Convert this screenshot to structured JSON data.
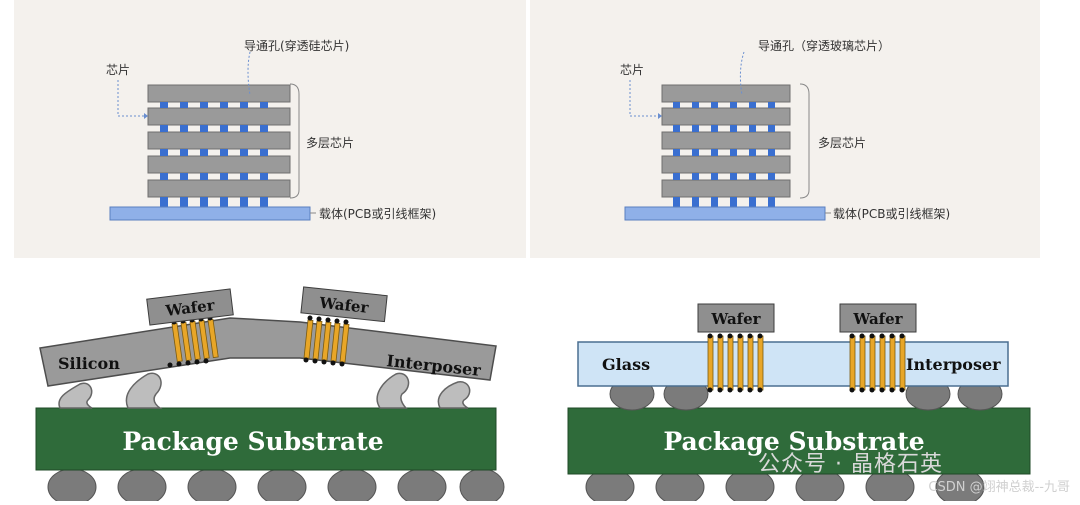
{
  "top_left": {
    "chip_label": "芯片",
    "via_label": "导通孔(穿透硅芯片)",
    "stack_label": "多层芯片",
    "carrier_label": "载体(PCB或引线框架)"
  },
  "top_right": {
    "chip_label": "芯片",
    "via_label": "导通孔（穿透玻璃芯片）",
    "stack_label": "多层芯片",
    "carrier_label": "载体(PCB或引线框架)"
  },
  "bottom_left": {
    "wafer_left": "Wafer",
    "wafer_right": "Wafer",
    "interposer_left": "Silicon",
    "interposer_right": "Interposer",
    "substrate": "Package Substrate"
  },
  "bottom_right": {
    "wafer_left": "Wafer",
    "wafer_right": "Wafer",
    "interposer_left": "Glass",
    "interposer_right": "Interposer",
    "substrate": "Package Substrate"
  },
  "watermark": {
    "text": "公众号 · 晶格石英",
    "credit": "CSDN @翊神总裁--九哥"
  },
  "colors": {
    "panel_bg": "#f4f1ed",
    "chip_gray": "#9a9a9a",
    "via_blue": "#3a6fd0",
    "carrier_blue": "#8fb0e8",
    "substrate_green": "#2f6b3a",
    "gold": "#e8a628",
    "glass_blue": "#cfe4f6"
  }
}
